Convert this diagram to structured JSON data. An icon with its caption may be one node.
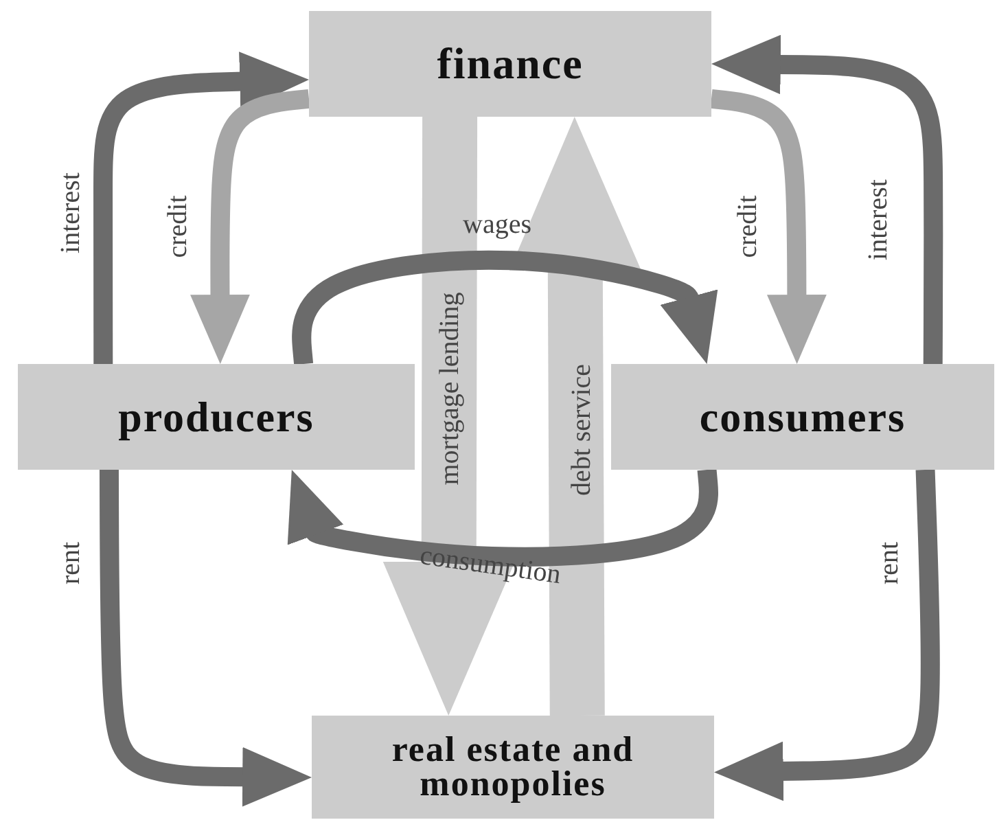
{
  "diagram": {
    "nodes": [
      {
        "text": [
          "finance"
        ]
      },
      {
        "text": [
          "producers"
        ]
      },
      {
        "text": [
          "consumers"
        ]
      },
      {
        "text": [
          "real estate and monopolies"
        ]
      }
    ],
    "edges": [
      {
        "from": 1,
        "to": 0,
        "arrow": "to",
        "label": "interest"
      },
      {
        "from": 0,
        "to": 1,
        "arrow": "to",
        "label": "credit",
        "color": "#a6a6a6"
      },
      {
        "from": 0,
        "to": 2,
        "arrow": "to",
        "label": "credit",
        "color": "#a6a6a6"
      },
      {
        "from": 2,
        "to": 0,
        "arrow": "to",
        "label": "interest"
      },
      {
        "from": 1,
        "to": 2,
        "arrow": "to",
        "label": "wages"
      },
      {
        "from": 2,
        "to": 1,
        "arrow": "to",
        "label": "consumption"
      },
      {
        "from": 0,
        "to": 3,
        "arrow": "to",
        "label": "mortgage lending",
        "style": "thick",
        "color": "#cccccc"
      },
      {
        "from": 3,
        "to": 0,
        "arrow": "to",
        "label": "debt service",
        "style": "thick",
        "color": "#cccccc"
      },
      {
        "from": 1,
        "to": 3,
        "arrow": "to",
        "label": "rent"
      },
      {
        "from": 2,
        "to": 3,
        "arrow": "to",
        "label": "rent"
      }
    ]
  }
}
